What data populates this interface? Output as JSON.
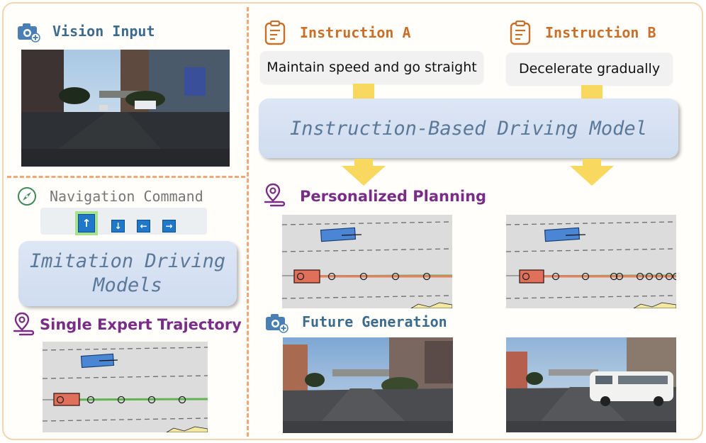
{
  "titles": {
    "vision_input": "Vision Input",
    "instruction_a": "Instruction A",
    "instruction_b": "Instruction B",
    "navigation_command": "Navigation Command",
    "personalized_planning": "Personalized Planning",
    "single_expert_trajectory": "Single Expert Trajectory",
    "future_generation": "Future Generation"
  },
  "instructions": {
    "a_text": "Maintain speed and go straight",
    "b_text": "Decelerate gradually"
  },
  "models": {
    "instruction_based": "Instruction-Based Driving Model",
    "imitation_line1": "Imitation Driving",
    "imitation_line2": "Models"
  },
  "navigation_keys": [
    "↑",
    "↓",
    "←",
    "→"
  ],
  "colors": {
    "title_blue": "#3d6b8c",
    "title_orange": "#c8702a",
    "title_gray": "#777777",
    "title_purple": "#7a2d86",
    "dashed_border": "#f0a878",
    "arrow_yellow": "#f9d860",
    "ego_car": "#e0705a",
    "other_car": "#4a86d4",
    "expert_path": "#62b450",
    "plan_path": "#e88060"
  },
  "icons": [
    "camera-icon",
    "clipboard-icon",
    "compass-icon",
    "location-pin-icon"
  ]
}
